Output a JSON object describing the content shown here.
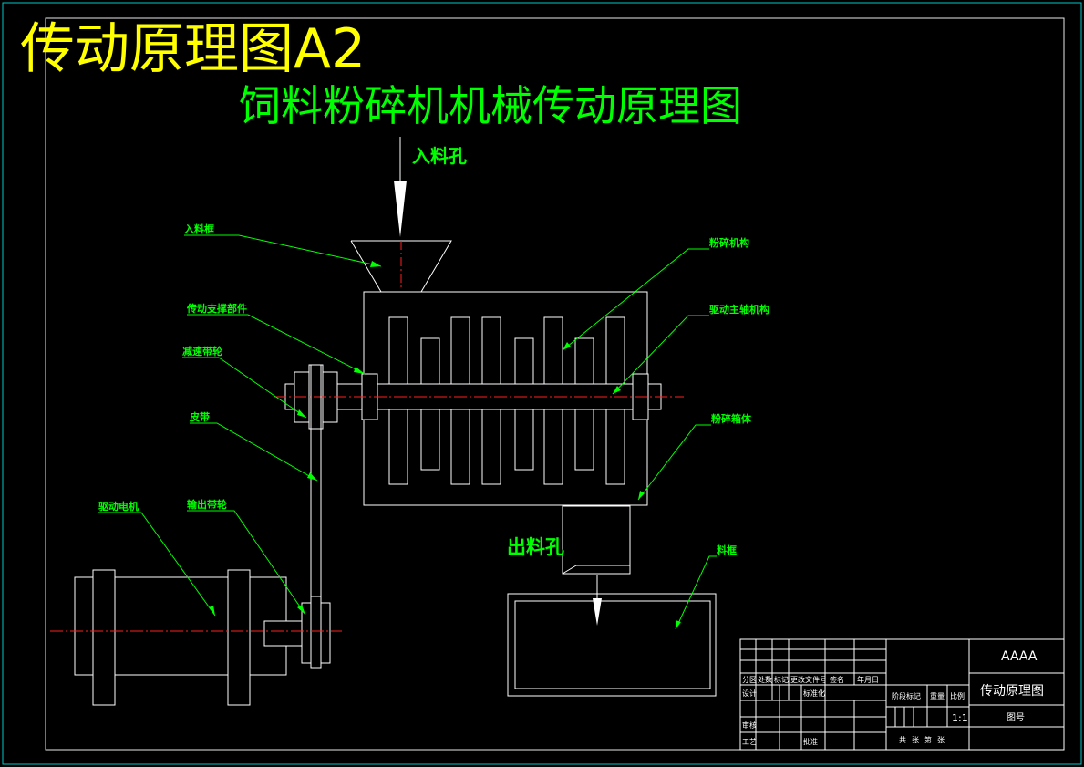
{
  "sheet_title": "传动原理图A2",
  "drawing_title": "饲料粉碎机机械传动原理图",
  "labels": {
    "inlet_hole": "入料孔",
    "hopper": "入料框",
    "crusher": "粉碎机构",
    "support": "传动支撑部件",
    "main_shaft": "驱动主轴机构",
    "reduction_pulley": "减速带轮",
    "belt": "皮带",
    "housing": "粉碎箱体",
    "motor": "驱动电机",
    "output_pulley": "输出带轮",
    "outlet_hole": "出料孔",
    "bin": "料框"
  },
  "title_block": {
    "code": "AAAA",
    "name": "传动原理图",
    "drawing_no_label": "图号",
    "scale_value": "1:1",
    "stage_label": "阶段标记",
    "weight_label": "重量",
    "scale_label": "比例",
    "sheets_total": "共",
    "sheets_zhang": "张",
    "sheets_di": "第",
    "sheets_zhang2": "张",
    "col_zone": "分区",
    "col_count": "处数",
    "col_mark": "标记",
    "col_doc": "更改文件号",
    "col_sign": "签名",
    "col_date": "年月日",
    "row_design": "设计",
    "row_standard": "标准化",
    "row_review": "审核",
    "row_process": "工艺",
    "row_approve": "批准"
  },
  "colors": {
    "line": "#ffffff",
    "label": "#00ff00",
    "center": "#ff2020",
    "frame": "#00c8c8",
    "sheet_title": "#ffff00"
  }
}
